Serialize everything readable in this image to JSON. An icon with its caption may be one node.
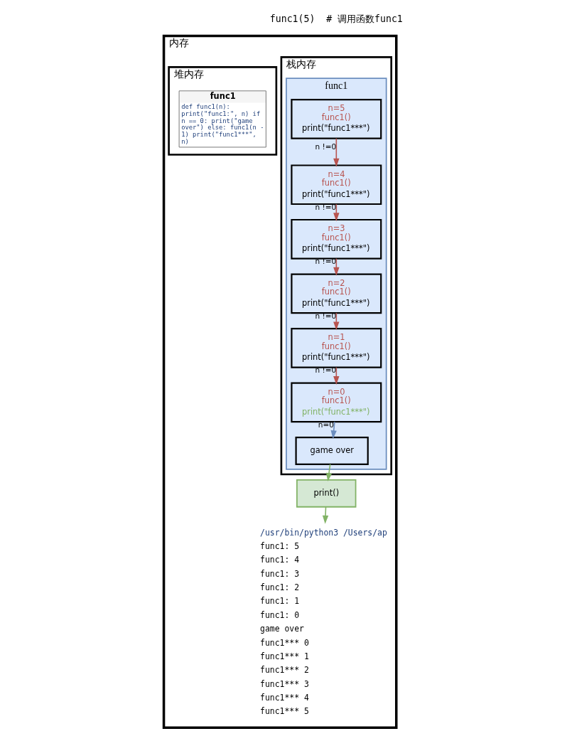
{
  "diagram": {
    "nodes": [
      {
        "text": [
          "内存"
        ]
      },
      {
        "text": [
          "栈内存"
        ],
        "in": 0
      },
      {
        "text": [
          "func1"
        ],
        "in": 1
      },
      {
        "text": [
          "n=5 func1()",
          "print(\"func1***\")"
        ],
        "in": 2
      },
      {
        "text": [
          "n=4 func1()",
          "print(\"func1***\")"
        ],
        "in": 2
      },
      {
        "text": [
          "n=3 func1()",
          "print(\"func1***\")"
        ],
        "in": 2
      },
      {
        "text": [
          "n=2 func1()",
          "print(\"func1***\")"
        ],
        "in": 2
      },
      {
        "text": [
          "n=1 func1()",
          "print(\"func1***\")"
        ],
        "in": 2
      },
      {
        "text": [
          "n=0 func1()",
          "print(\"func1***\")"
        ],
        "in": 2
      },
      {
        "text": [
          "game over"
        ],
        "in": 2
      },
      {
        "text": [
          "堆内存"
        ],
        "in": 0
      },
      {
        "text": [
          "func1",
          "def func1(n): print(\"func1:\", n) if n == 0: print(\"game over\") else: func1(n - 1) print(\"func1***\", n)"
        ],
        "in": 10
      },
      {
        "text": [
          "print()"
        ],
        "in": 0
      },
      {
        "text": [
          "/usr/bin/python3 /Users/ap",
          "func1: 5",
          "func1: 4",
          "func1: 3",
          "func1: 2",
          "func1: 1",
          "func1: 0",
          "game over",
          "func1*** 0",
          "func1*** 1",
          "func1*** 2",
          "func1*** 3",
          "func1*** 4",
          "func1*** 5"
        ],
        "in": 0
      }
    ],
    "edges": [
      {
        "from": 3,
        "to": 4,
        "arrow": "to",
        "label": "n !=0",
        "color": "#b85450"
      },
      {
        "from": 4,
        "to": 5,
        "arrow": "to",
        "label": "n !=0",
        "color": "#b85450"
      },
      {
        "from": 5,
        "to": 6,
        "arrow": "to",
        "label": "n !=0",
        "color": "#b85450"
      },
      {
        "from": 6,
        "to": 7,
        "arrow": "to",
        "label": "n !=0",
        "color": "#b85450"
      },
      {
        "from": 7,
        "to": 8,
        "arrow": "to",
        "label": "n !=0",
        "color": "#b85450"
      },
      {
        "from": 8,
        "to": 9,
        "arrow": "to",
        "label": "n=0",
        "color": "#6c8ebf"
      },
      {
        "from": 9,
        "to": 12,
        "arrow": "to",
        "color": "#82b366"
      },
      {
        "from": 12,
        "to": 13,
        "arrow": "to",
        "color": "#82b366"
      }
    ],
    "labels": [
      "func1(5)  # 调用函数func1"
    ]
  }
}
